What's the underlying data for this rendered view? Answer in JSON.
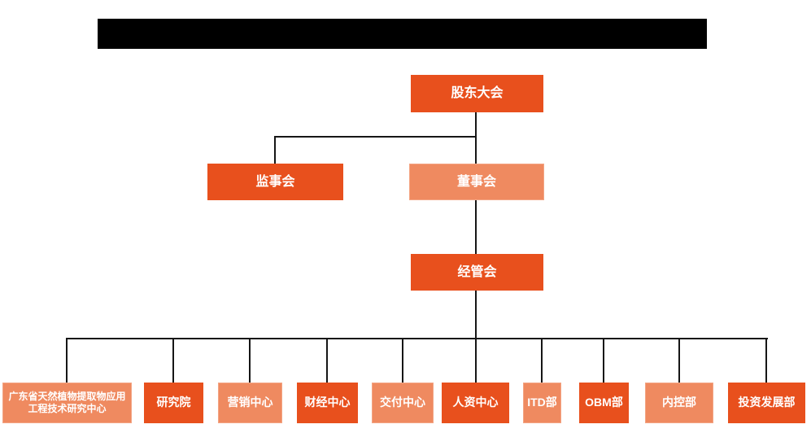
{
  "colors": {
    "primary_box": "#E8501D",
    "secondary_box": "#EF8A60",
    "connector_line": "#161616",
    "box_text": "#FFFFFF",
    "redacted_bar": "#000000"
  },
  "org": {
    "level1": {
      "label": "股东大会",
      "variant": "primary"
    },
    "level2": [
      {
        "label": "监事会",
        "variant": "primary"
      },
      {
        "label": "董事会",
        "variant": "secondary"
      }
    ],
    "level3": {
      "label": "经管会",
      "variant": "primary"
    },
    "departments": [
      {
        "label": "广东省天然植物提取物应用工程技术研究中心",
        "variant": "secondary"
      },
      {
        "label": "研究院",
        "variant": "primary"
      },
      {
        "label": "营销中心",
        "variant": "secondary"
      },
      {
        "label": "财经中心",
        "variant": "primary"
      },
      {
        "label": "交付中心",
        "variant": "secondary"
      },
      {
        "label": "人资中心",
        "variant": "primary"
      },
      {
        "label": "ITD部",
        "variant": "secondary"
      },
      {
        "label": "OBM部",
        "variant": "primary"
      },
      {
        "label": "内控部",
        "variant": "secondary"
      },
      {
        "label": "投资发展部",
        "variant": "primary"
      }
    ]
  }
}
